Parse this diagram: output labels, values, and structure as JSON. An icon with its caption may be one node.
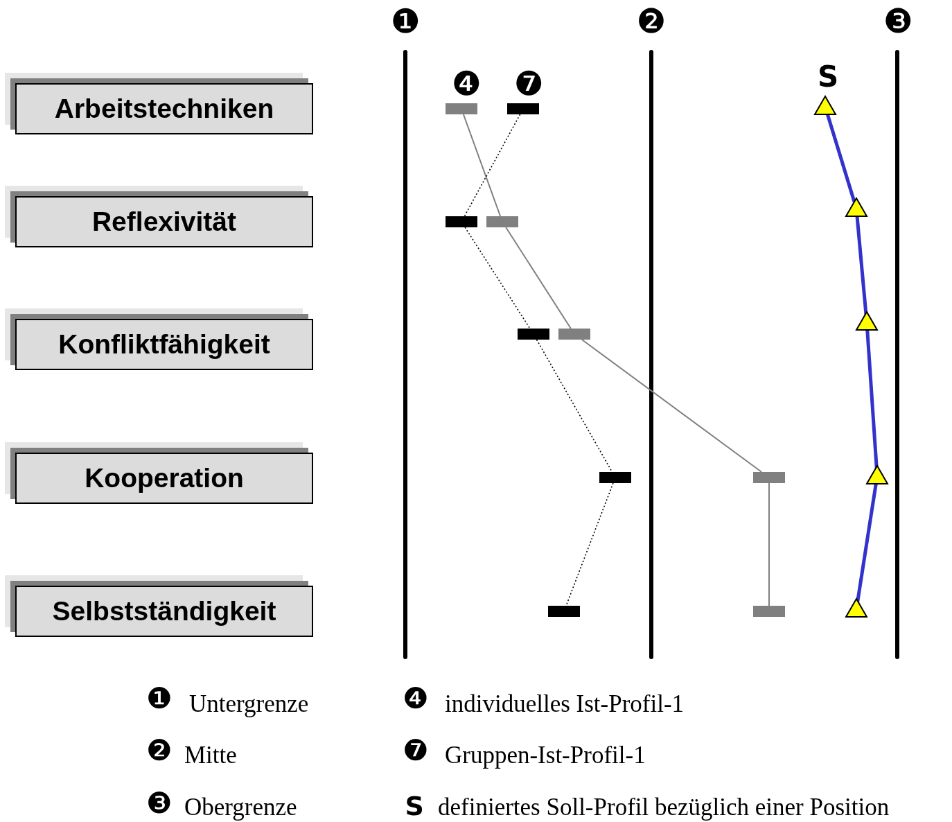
{
  "diagram": {
    "nodes": [
      {
        "text": [
          "Arbeitstechniken"
        ]
      },
      {
        "text": [
          "Reflexivität"
        ]
      },
      {
        "text": [
          "Konfliktfähigkeit"
        ]
      },
      {
        "text": [
          "Kooperation"
        ]
      },
      {
        "text": [
          "Selbstständigkeit"
        ]
      },
      {
        "text": [],
        "shape": "bar"
      },
      {
        "text": [],
        "shape": "bar"
      },
      {
        "text": [],
        "shape": "triangle"
      },
      {
        "text": [],
        "shape": "bar"
      },
      {
        "text": [],
        "shape": "bar"
      },
      {
        "text": [],
        "shape": "triangle"
      },
      {
        "text": [],
        "shape": "bar"
      },
      {
        "text": [],
        "shape": "bar"
      },
      {
        "text": [],
        "shape": "triangle"
      },
      {
        "text": [],
        "shape": "bar"
      },
      {
        "text": [],
        "shape": "bar"
      },
      {
        "text": [],
        "shape": "triangle"
      },
      {
        "text": [],
        "shape": "bar"
      },
      {
        "text": [],
        "shape": "bar"
      },
      {
        "text": [],
        "shape": "triangle"
      }
    ],
    "edges": [
      {
        "from": 5,
        "to": 9,
        "arrow": "none",
        "color": "#808080"
      },
      {
        "from": 9,
        "to": 12,
        "arrow": "none",
        "color": "#808080"
      },
      {
        "from": 12,
        "to": 15,
        "arrow": "none",
        "color": "#808080"
      },
      {
        "from": 15,
        "to": 18,
        "arrow": "none",
        "color": "#808080"
      },
      {
        "from": 6,
        "to": 8,
        "arrow": "none",
        "style": "dashed",
        "color": "#000000"
      },
      {
        "from": 8,
        "to": 11,
        "arrow": "none",
        "style": "dashed",
        "color": "#000000"
      },
      {
        "from": 11,
        "to": 14,
        "arrow": "none",
        "style": "dashed",
        "color": "#000000"
      },
      {
        "from": 14,
        "to": 17,
        "arrow": "none",
        "style": "dashed",
        "color": "#000000"
      },
      {
        "from": 7,
        "to": 10,
        "arrow": "none",
        "style": "thick",
        "color": "#3333cc"
      },
      {
        "from": 10,
        "to": 13,
        "arrow": "none",
        "style": "thick",
        "color": "#3333cc"
      },
      {
        "from": 13,
        "to": 16,
        "arrow": "none",
        "style": "thick",
        "color": "#3333cc"
      },
      {
        "from": 16,
        "to": 19,
        "arrow": "none",
        "style": "thick",
        "color": "#3333cc"
      }
    ],
    "labels": [
      "❶",
      "❷",
      "❸",
      "❹",
      "❼",
      "S",
      "❶",
      "Untergrenze",
      "❹",
      "individuelles Ist-Profil-1",
      "❷",
      "Mitte",
      "❼",
      "Gruppen-Ist-Profil-1",
      "❸",
      "Obergrenze",
      "S",
      "definiertes Soll-Profil bezüglich einer Position"
    ]
  }
}
